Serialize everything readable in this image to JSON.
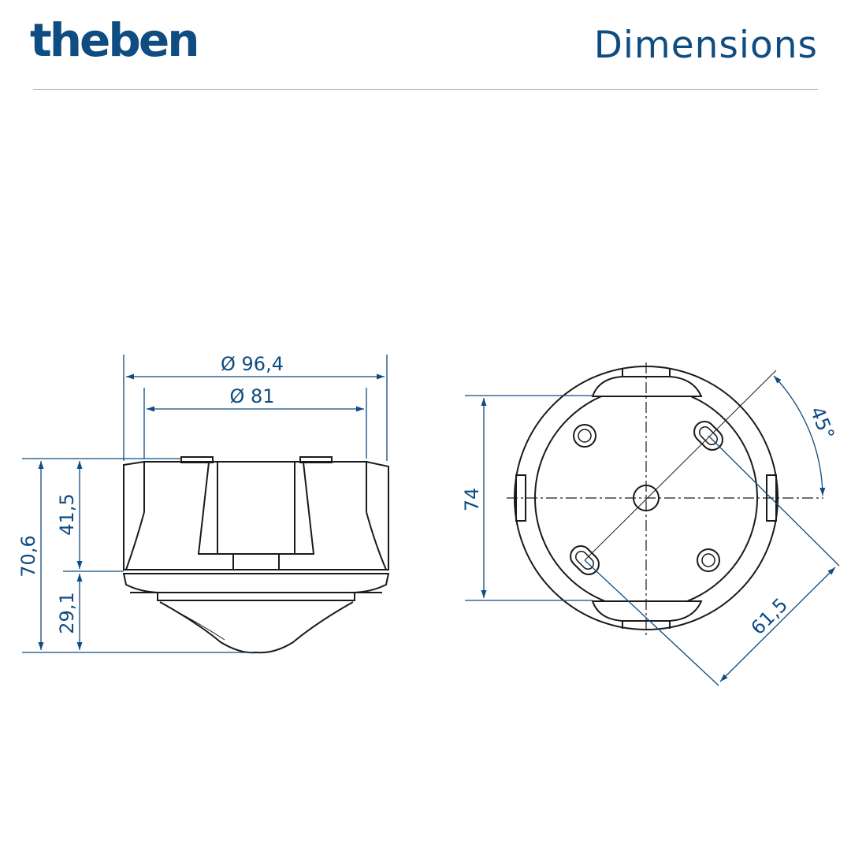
{
  "header": {
    "logo_text": "theben",
    "title": "Dimensions"
  },
  "dimensions": {
    "outer_diameter": "Ø 96,4",
    "inner_diameter": "Ø 81",
    "total_height": "70,6",
    "upper_height": "41,5",
    "lower_height": "29,1",
    "base_height": "74",
    "hole_spacing": "61,5",
    "angle": "45°"
  },
  "colors": {
    "brand": "#0f4c81",
    "line": "#1a1a1a",
    "dimension": "#0f4c81"
  }
}
